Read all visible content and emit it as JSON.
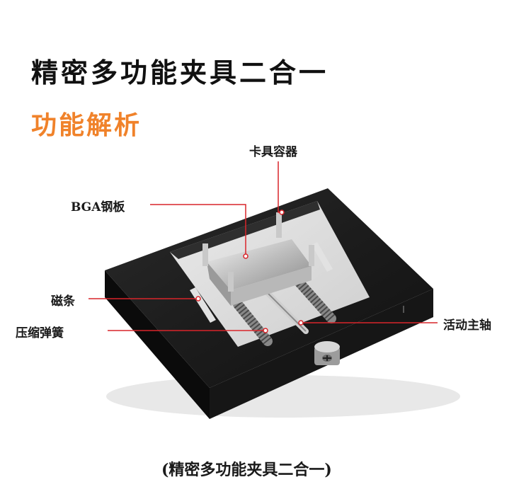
{
  "title": "精密多功能夹具二合一",
  "subtitle": "功能解析",
  "callouts": {
    "fixture_container": "卡具容器",
    "bga_plate": "BGA钢板",
    "magnet_strip": "磁条",
    "compression_spring": "压缩弹簧",
    "main_shaft": "活动主轴"
  },
  "caption": "(精密多功能夹具二合一)",
  "colors": {
    "accent": "#f0822a",
    "callout_line": "#d9252a",
    "frame": "#141414"
  }
}
